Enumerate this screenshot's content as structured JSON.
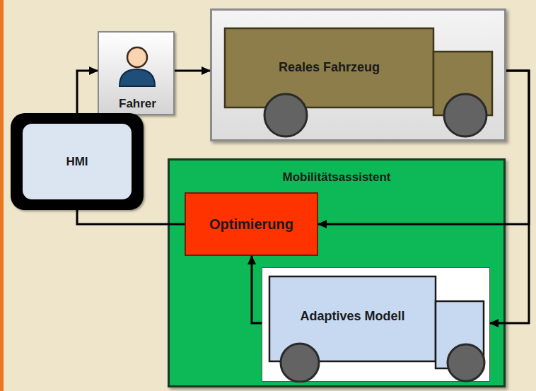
{
  "diagram": {
    "nodes": [
      {
        "text": [
          "Fahrer"
        ]
      },
      {
        "text": [
          "Reales Fahrzeug"
        ]
      },
      {
        "text": [
          "HMI"
        ]
      },
      {
        "text": [
          "Mobilitätsassistent"
        ]
      },
      {
        "text": [
          "Optimierung"
        ],
        "in": 3
      },
      {
        "text": [
          "Adaptives Modell"
        ],
        "in": 3
      }
    ],
    "edges": [
      {
        "from": 2,
        "to": 0,
        "arrow": "to"
      },
      {
        "from": 0,
        "to": 1,
        "arrow": "to"
      },
      {
        "from": 1,
        "to": 4,
        "arrow": "to"
      },
      {
        "from": 1,
        "to": 5,
        "arrow": "to"
      },
      {
        "from": 5,
        "to": 4,
        "arrow": "to"
      },
      {
        "from": 4,
        "to": 2,
        "arrow": "none"
      }
    ]
  }
}
